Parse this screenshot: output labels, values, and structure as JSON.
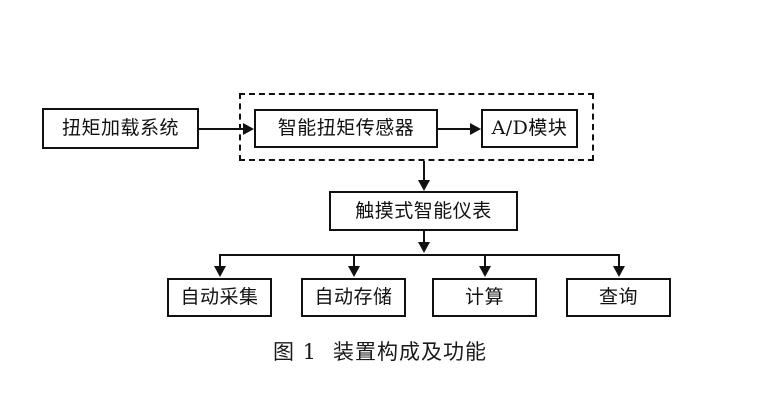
{
  "figure": {
    "caption_label": "图 1",
    "caption_title": "装置构成及功能",
    "background_color": "#ffffff",
    "line_color": "#111111"
  },
  "diagram": {
    "type": "flowchart",
    "orientation": "top-down",
    "group": {
      "name": "sensor-module-group",
      "style": "dashed",
      "label": ""
    },
    "nodes": [
      {
        "id": "torque-loading-system",
        "label": "扭矩加载系统",
        "row": 1
      },
      {
        "id": "smart-torque-sensor",
        "label": "智能扭矩传感器",
        "row": 1
      },
      {
        "id": "ad-module",
        "label": "A/D模块",
        "row": 1
      },
      {
        "id": "touch-smart-instrument",
        "label": "触摸式智能仪表",
        "row": 2
      },
      {
        "id": "auto-acquisition",
        "label": "自动采集",
        "row": 3
      },
      {
        "id": "auto-storage",
        "label": "自动存储",
        "row": 3
      },
      {
        "id": "calculation",
        "label": "计算",
        "row": 3
      },
      {
        "id": "query",
        "label": "查询",
        "row": 3
      }
    ],
    "edges": [
      {
        "from": "torque-loading-system",
        "to": "smart-torque-sensor",
        "direction": "right"
      },
      {
        "from": "smart-torque-sensor",
        "to": "ad-module",
        "direction": "right"
      },
      {
        "from": "sensor-module-group",
        "to": "touch-smart-instrument",
        "direction": "down"
      },
      {
        "from": "touch-smart-instrument",
        "to": "auto-acquisition",
        "direction": "down"
      },
      {
        "from": "touch-smart-instrument",
        "to": "auto-storage",
        "direction": "down"
      },
      {
        "from": "touch-smart-instrument",
        "to": "calculation",
        "direction": "down"
      },
      {
        "from": "touch-smart-instrument",
        "to": "query",
        "direction": "down"
      }
    ]
  }
}
